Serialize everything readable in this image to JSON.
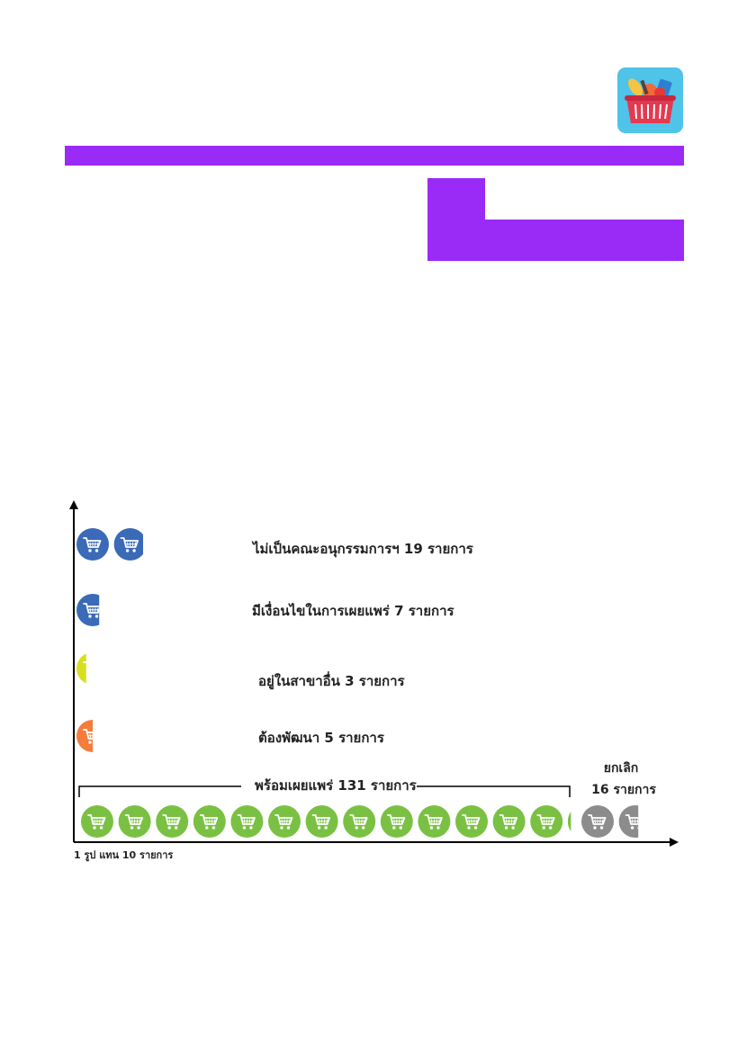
{
  "colors": {
    "accent_purple": "#9a2bf6",
    "logo_bg": "#4fc3e8",
    "blue": "#3a6ab8",
    "yellow": "#d7df23",
    "orange": "#f47c3c",
    "green": "#7ac143",
    "gray": "#8c8c8c"
  },
  "logo": {
    "icon": "shopping-basket-icon"
  },
  "chart_data": {
    "type": "pictograph",
    "note": "1 รูป แทน 10 รายการ",
    "unit_per_icon": 10,
    "series": [
      {
        "name": "ไม่เป็นคณะอนุกรรมการฯ",
        "value": 19,
        "label": "ไม่เป็นคณะอนุกรรมการฯ 19 รายการ",
        "color": "blue"
      },
      {
        "name": "มีเงื่อนไขในการเผยแพร่",
        "value": 7,
        "label": "มีเงื่อนไขในการเผยแพร่ 7 รายการ",
        "color": "blue"
      },
      {
        "name": "อยู่ในสาขาอื่น",
        "value": 3,
        "label": "อยู่ในสาขาอื่น 3 รายการ",
        "color": "yellow"
      },
      {
        "name": "ต้องพัฒนา",
        "value": 5,
        "label": "ต้องพัฒนา 5 รายการ",
        "color": "orange"
      },
      {
        "name": "พร้อมเผยแพร่",
        "value": 131,
        "label": "พร้อมเผยแพร่ 131 รายการ",
        "color": "green"
      },
      {
        "name": "ยกเลิก",
        "value": 16,
        "label_line1": "ยกเลิก",
        "label_line2": "16 รายการ",
        "color": "gray"
      }
    ]
  }
}
